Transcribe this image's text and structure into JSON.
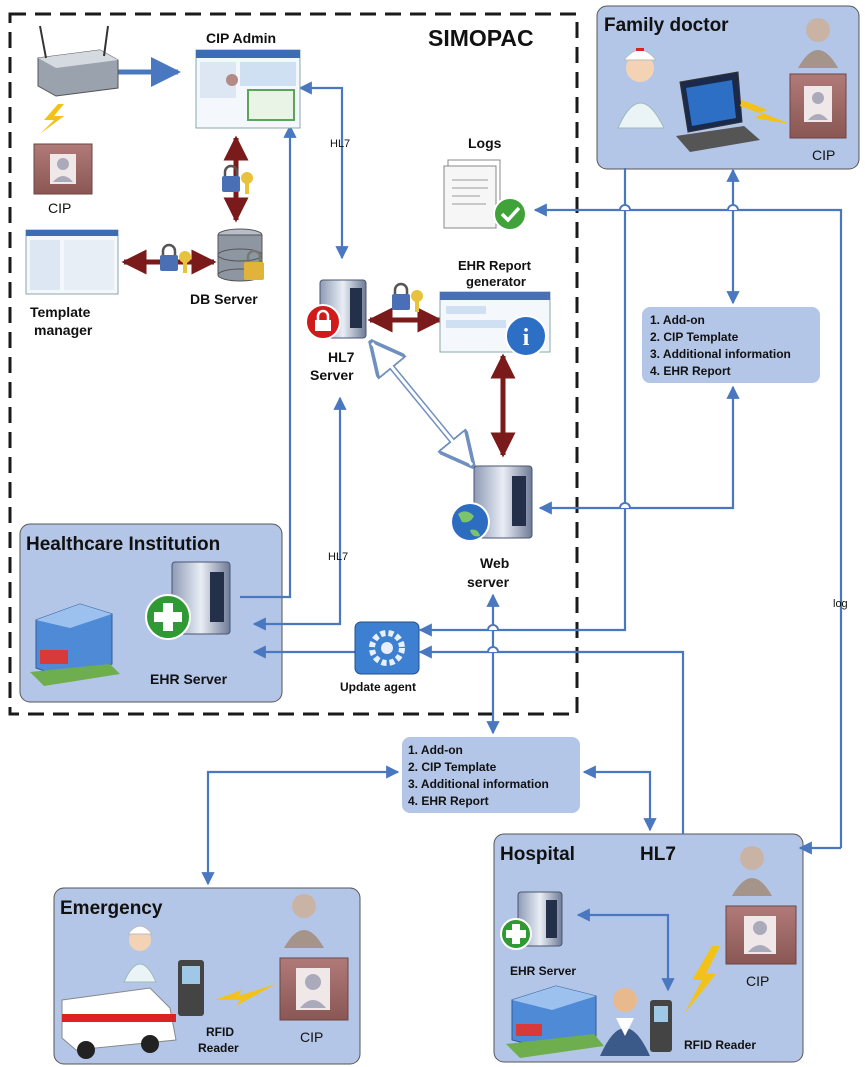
{
  "system": {
    "title": "SIMOPAC"
  },
  "nodes": {
    "cip_admin": "CIP Admin",
    "logs": "Logs",
    "cip_left": "CIP",
    "template_manager": [
      "Template",
      "manager"
    ],
    "db_server": "DB Server",
    "hl7_server": [
      "HL7",
      "Server"
    ],
    "ehr_report_generator": [
      "EHR Report",
      "generator"
    ],
    "web_server": [
      "Web",
      "server"
    ],
    "ehr_server_institution": "EHR Server",
    "update_agent": "Update agent",
    "ehr_server_hospital": "EHR Server",
    "rfid_hospital": "RFID Reader",
    "cip_hospital": "CIP",
    "rfid_emergency": [
      "RFID",
      "Reader"
    ],
    "cip_emergency": "CIP",
    "cip_family": "CIP"
  },
  "groups": {
    "family_doctor": "Family doctor",
    "healthcare_institution": "Healthcare Institution",
    "hospital": "Hospital",
    "hospital_hl7": "HL7",
    "emergency": "Emergency"
  },
  "info_boxes": {
    "right": [
      "1. Add-on",
      "2. CIP Template",
      "3. Additional information",
      "4. EHR Report"
    ],
    "center": [
      "1. Add-on",
      "2. CIP Template",
      "3. Additional information",
      "4. EHR Report"
    ]
  },
  "edge_labels": {
    "hl7_top": "HL7",
    "hl7_bottom": "HL7",
    "log": "log"
  },
  "colors": {
    "group_fill": "#b4c6e7",
    "arrow_blue": "#4a78c0",
    "arrow_red": "#7a1a1a",
    "info_fill": "#b4c6e7"
  }
}
